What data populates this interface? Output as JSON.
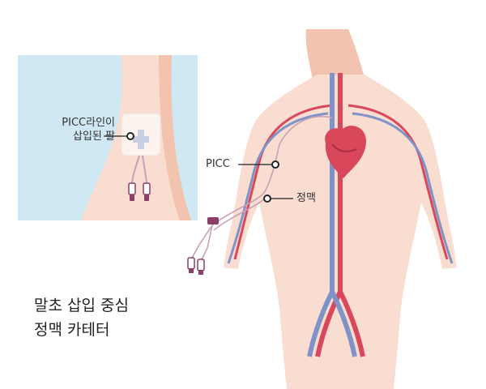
{
  "labels": {
    "inset_line1": "PICC라인이",
    "inset_line2": "삽입된 팔",
    "picc": "PICC",
    "vein": "정맥"
  },
  "caption": {
    "line1": "말초 삽입 중심",
    "line2": "정맥 카테터"
  },
  "colors": {
    "skin": "#f9ddd0",
    "skin_shade": "#f2c4b0",
    "inset_bg": "#cfe8f3",
    "artery": "#d9475a",
    "vein": "#7f93c9",
    "catheter": "#c7a2b6",
    "connector": "#8a3e68",
    "leader": "#222222"
  },
  "icons": [
    "heart-icon",
    "catheter-connector-icon",
    "dressing-patch-icon"
  ]
}
